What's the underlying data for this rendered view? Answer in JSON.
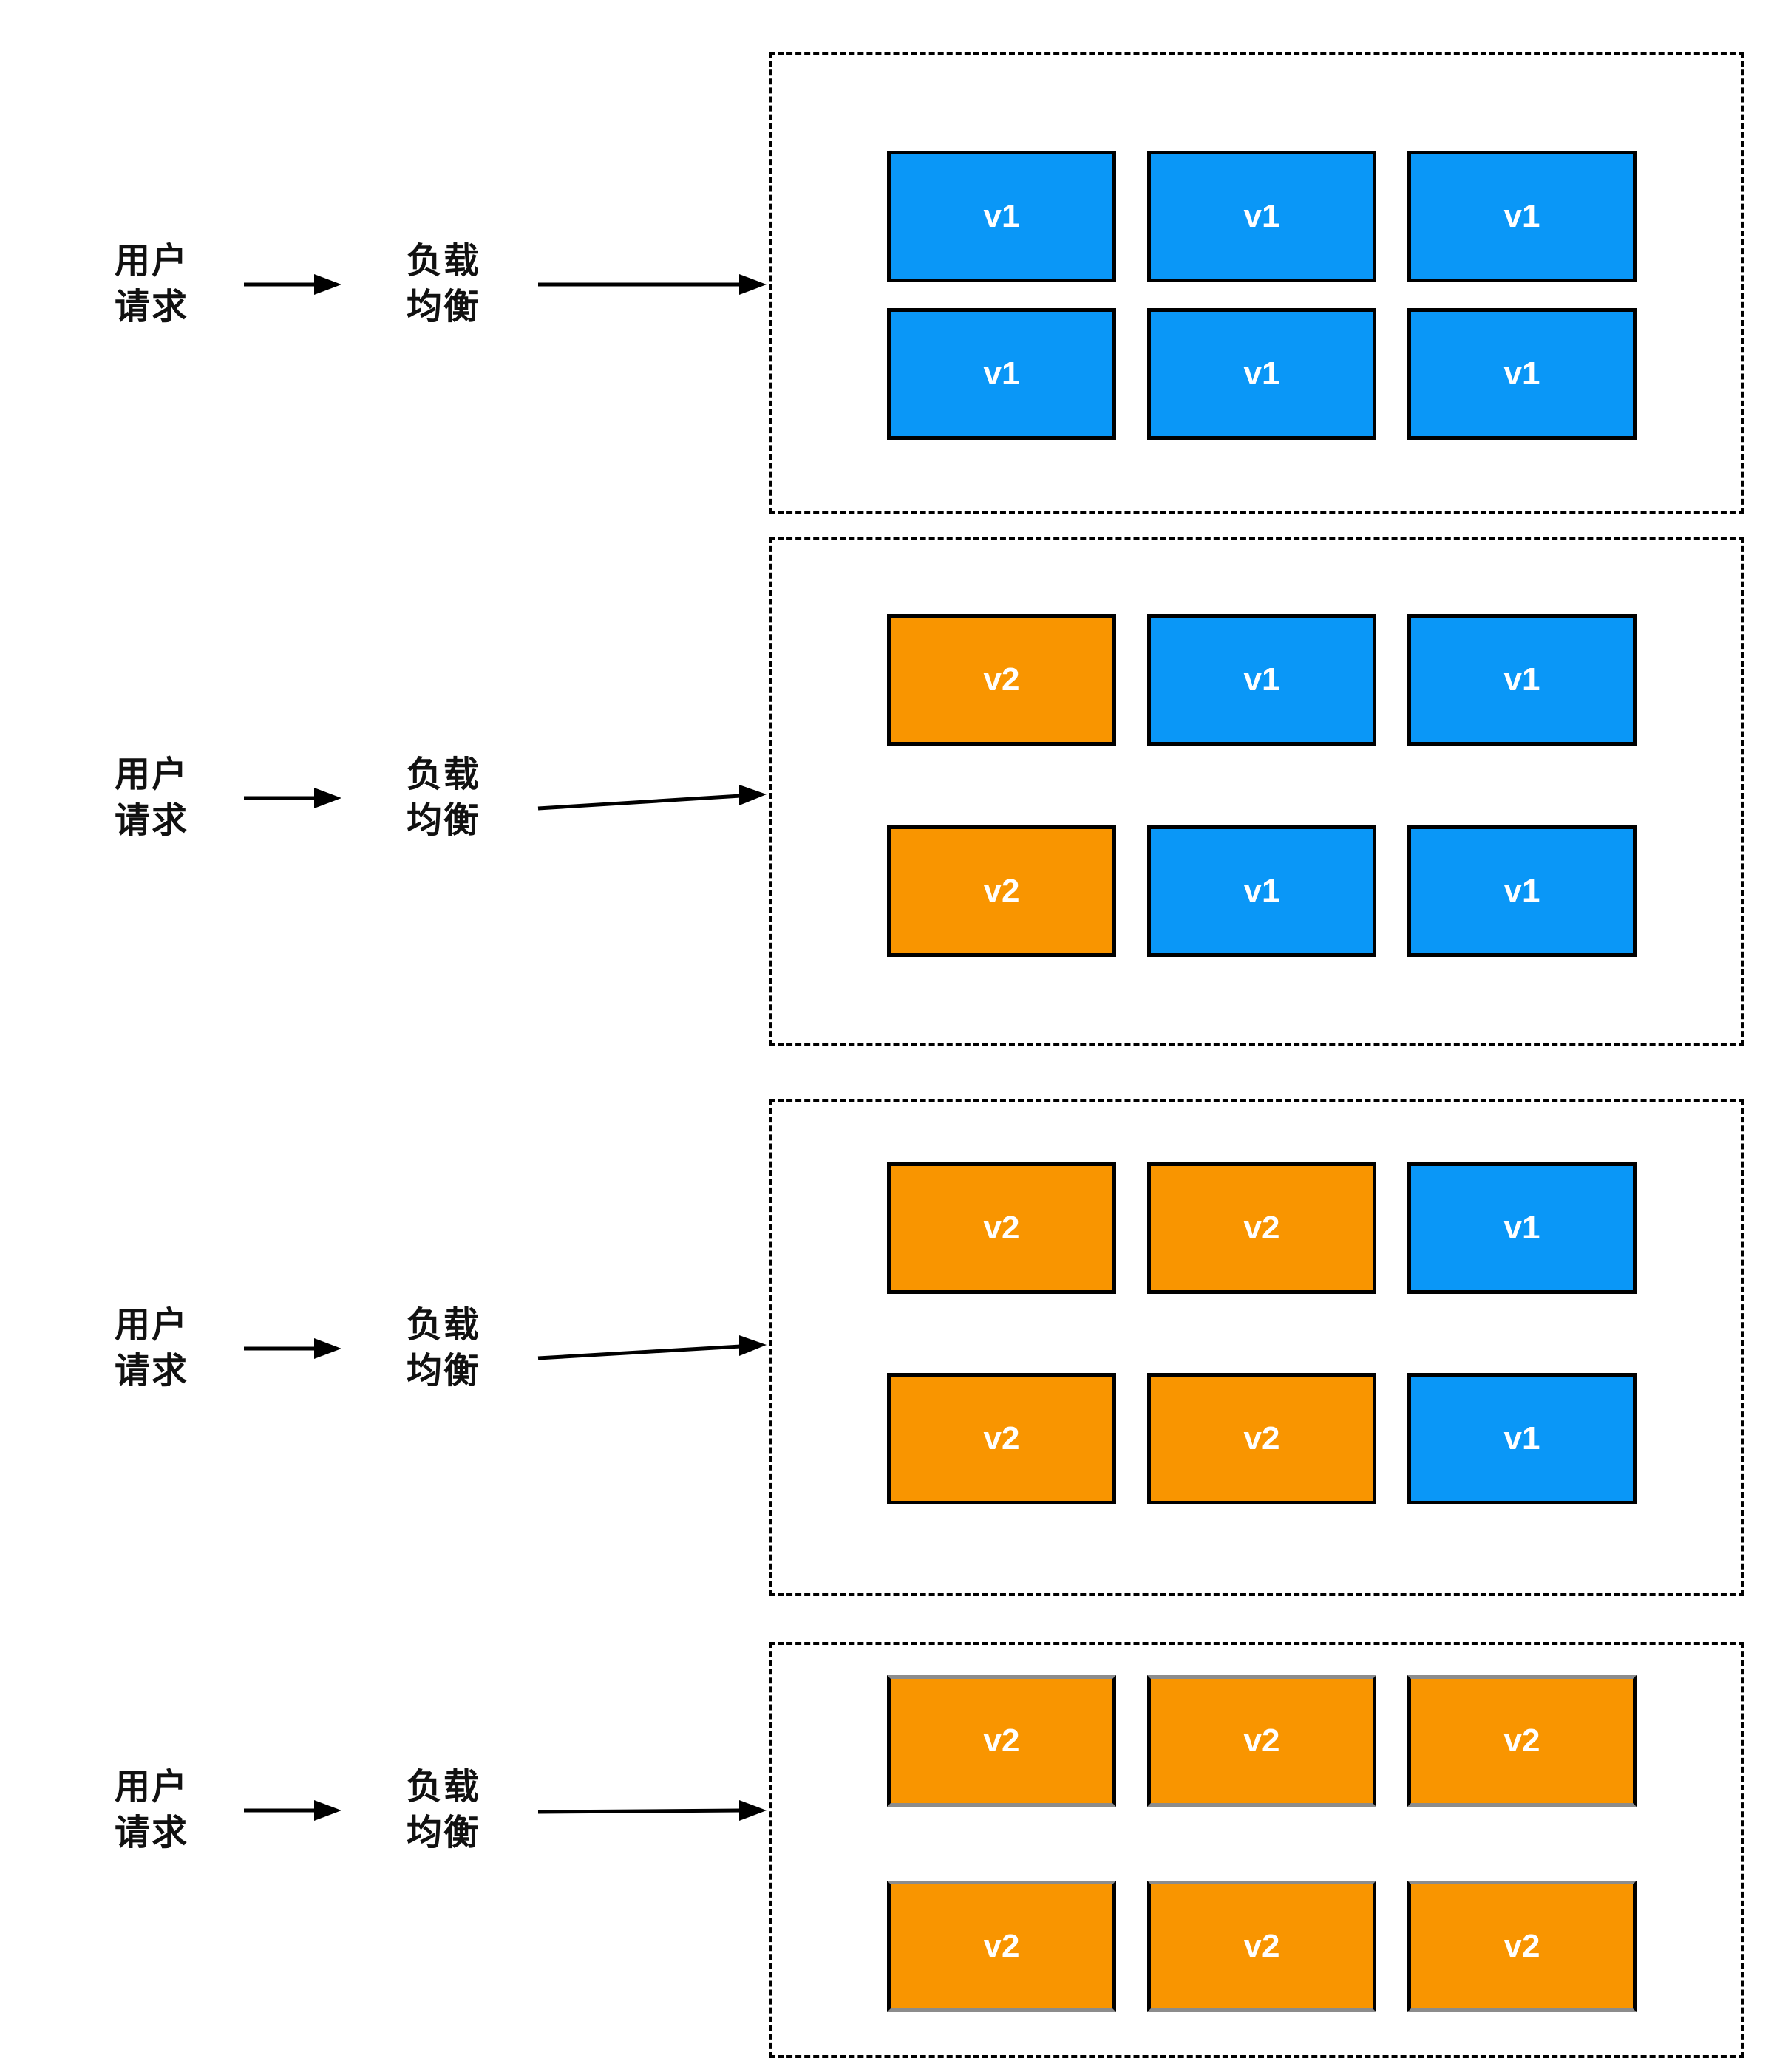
{
  "labels": {
    "user_request": [
      "用户",
      "请求"
    ],
    "load_balancer": [
      "负载",
      "均衡"
    ]
  },
  "colors": {
    "v1_node": "#0A97F7",
    "v2_node": "#F99500",
    "node_text": "#FFFFFF",
    "node_border": "#000000",
    "cluster_border": "#000000",
    "arrow": "#000000",
    "background": "#FFFFFF"
  },
  "stages": [
    {
      "nodes": [
        "v1",
        "v1",
        "v1",
        "v1",
        "v1",
        "v1"
      ]
    },
    {
      "nodes": [
        "v2",
        "v1",
        "v1",
        "v2",
        "v1",
        "v1"
      ]
    },
    {
      "nodes": [
        "v2",
        "v2",
        "v1",
        "v2",
        "v2",
        "v1"
      ]
    },
    {
      "nodes": [
        "v2",
        "v2",
        "v2",
        "v2",
        "v2",
        "v2"
      ]
    }
  ]
}
